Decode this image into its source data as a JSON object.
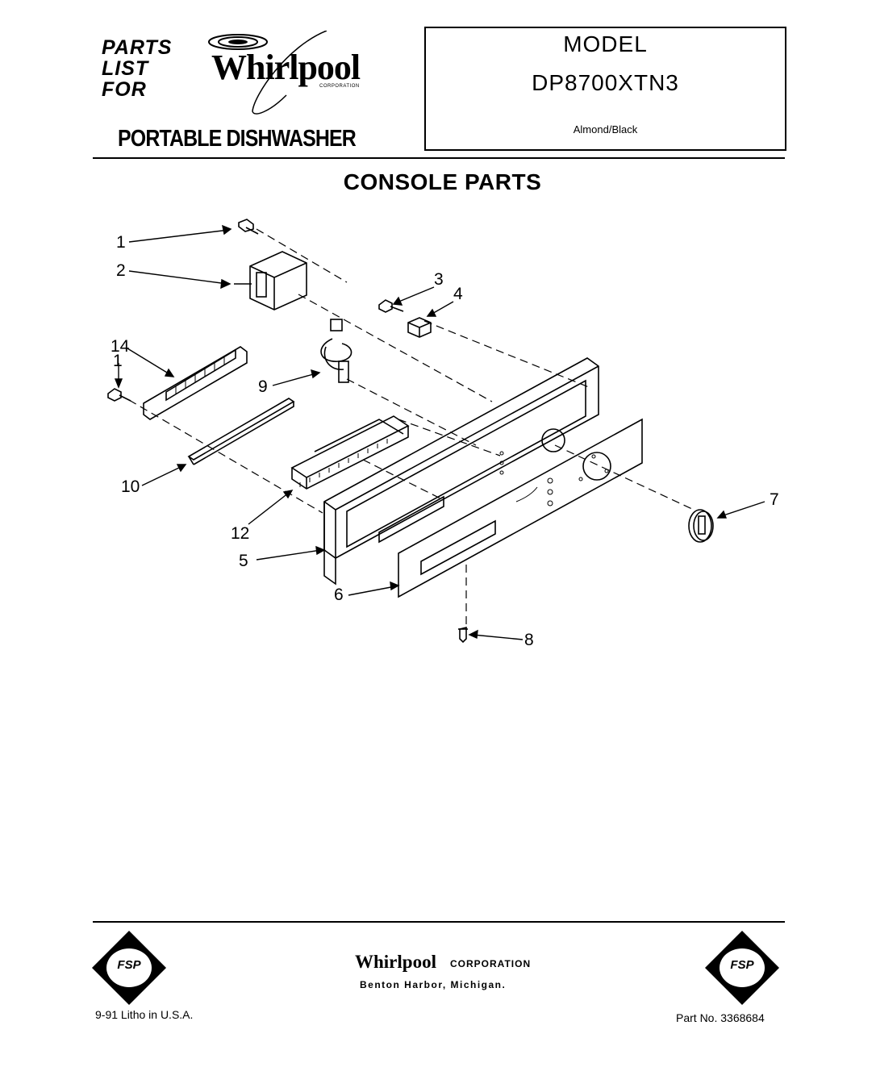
{
  "header": {
    "parts_list_for": [
      "PARTS",
      "LIST",
      "FOR"
    ],
    "brand": "Whirlpool",
    "brand_suffix": "CORPORATION",
    "product": "PORTABLE DISHWASHER",
    "model_label": "MODEL",
    "model_number": "DP8700XTN3",
    "color": "Almond/Black"
  },
  "section_title": "CONSOLE PARTS",
  "callouts": [
    "1",
    "2",
    "3",
    "4",
    "14",
    "1",
    "9",
    "10",
    "12",
    "5",
    "6",
    "7",
    "8"
  ],
  "footer": {
    "brand": "Whirlpool",
    "brand_suffix": "CORPORATION",
    "address": "Benton Harbor, Michigan.",
    "litho": "9-91  Litho in U.S.A.",
    "part_number": "Part No. 3368684",
    "seal_text": "FSP"
  }
}
